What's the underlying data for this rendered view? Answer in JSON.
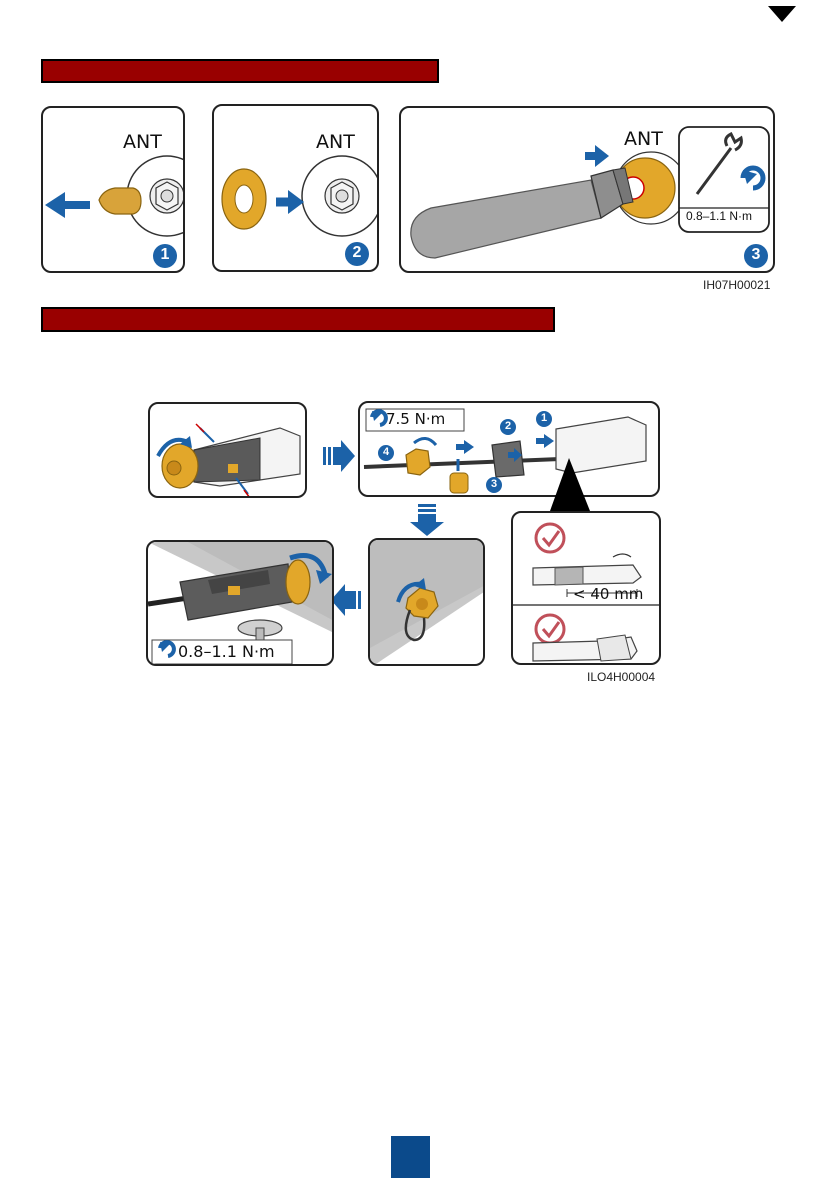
{
  "fold_mark": "",
  "antenna_section": {
    "port_label": "ANT",
    "steps": [
      "1",
      "2",
      "3"
    ],
    "torque": "0.8–1.1 N·m",
    "figure_code": "IH07H00021"
  },
  "connector_section": {
    "torque_gland": "7.5 N·m",
    "torque_nut": "0.8–1.1 N·m",
    "strip_length": "< 40 mm",
    "steps": [
      "1",
      "2",
      "3",
      "4"
    ],
    "figure_code": "ILO4H00004"
  },
  "colors": {
    "section_bar": "#990000",
    "accent_blue": "#1c62a8",
    "brass": "#d99a1e",
    "check_red": "#c0505a",
    "page_box": "#0b4a8b"
  }
}
